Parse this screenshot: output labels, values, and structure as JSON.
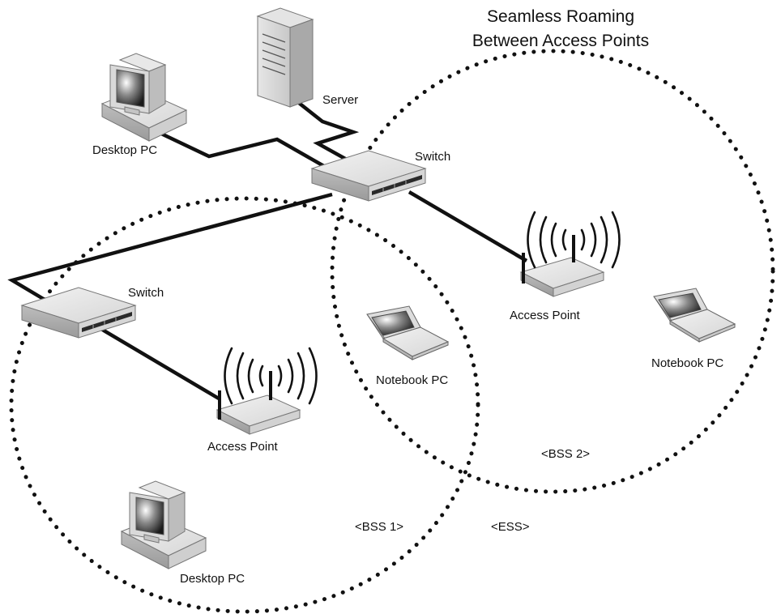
{
  "title": {
    "line1": "Seamless Roaming",
    "line2": "Between Access Points"
  },
  "devices": {
    "server": "Server",
    "desktop_top": "Desktop PC",
    "switch_top": "Switch",
    "switch_left": "Switch",
    "ap_right": "Access Point",
    "ap_left": "Access Point",
    "notebook_mid": "Notebook PC",
    "notebook_right": "Notebook PC",
    "desktop_bottom": "Desktop PC"
  },
  "areas": {
    "bss1": "<BSS 1>",
    "bss2": "<BSS 2>",
    "ess": "<ESS>"
  }
}
